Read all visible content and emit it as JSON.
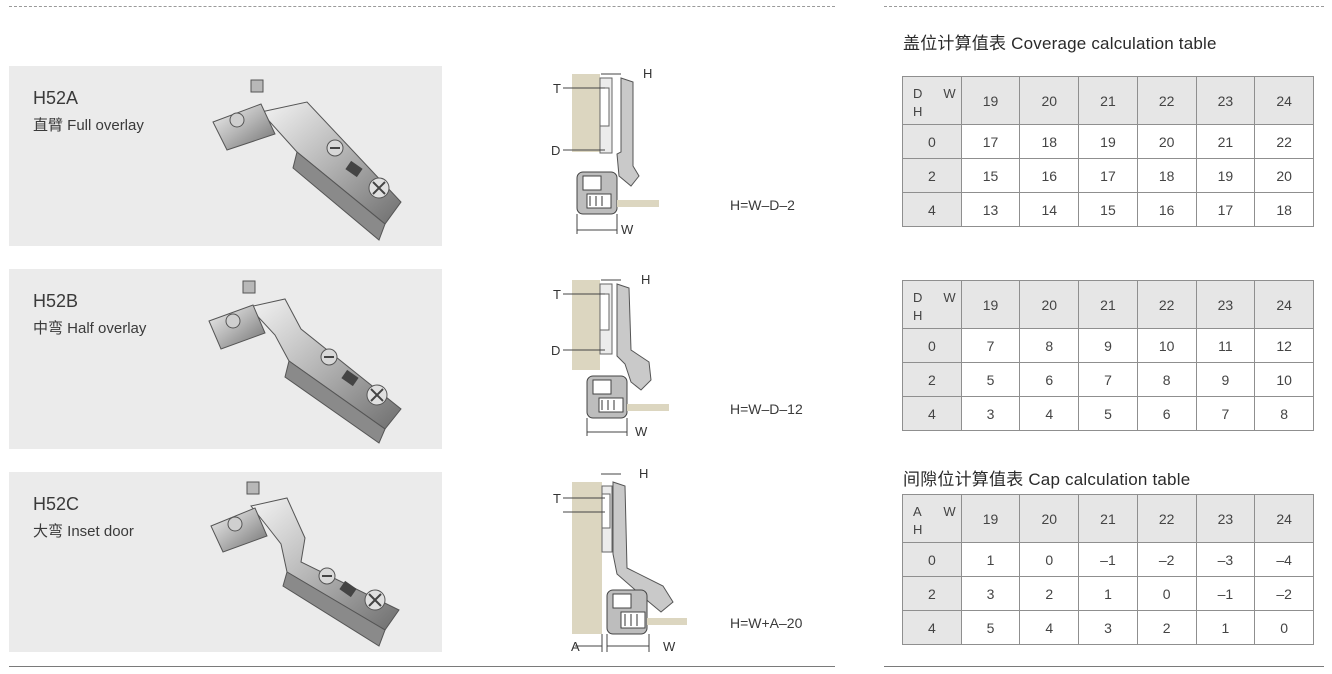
{
  "products": [
    {
      "code": "H52A",
      "desc": "直臂 Full overlay",
      "formula": "H=W–D–2",
      "diagram": {
        "t": "T",
        "d": "D",
        "h": "H",
        "w": "W"
      }
    },
    {
      "code": "H52B",
      "desc": "中弯 Half overlay",
      "formula": "H=W–D–12",
      "diagram": {
        "t": "T",
        "d": "D",
        "h": "H",
        "w": "W"
      }
    },
    {
      "code": "H52C",
      "desc": "大弯 Inset door",
      "formula": "H=W+A–20",
      "diagram": {
        "t": "T",
        "a": "A",
        "h": "H",
        "w": "W"
      }
    }
  ],
  "coverage": {
    "title": "盖位计算值表  Coverage calculation table",
    "tables": [
      {
        "corner_left": "D",
        "corner_w": "W",
        "corner_h": "H",
        "w_values": [
          "19",
          "20",
          "21",
          "22",
          "23",
          "24"
        ],
        "rows": [
          {
            "h": "0",
            "cells": [
              "17",
              "18",
              "19",
              "20",
              "21",
              "22"
            ]
          },
          {
            "h": "2",
            "cells": [
              "15",
              "16",
              "17",
              "18",
              "19",
              "20"
            ]
          },
          {
            "h": "4",
            "cells": [
              "13",
              "14",
              "15",
              "16",
              "17",
              "18"
            ]
          }
        ]
      },
      {
        "corner_left": "D",
        "corner_w": "W",
        "corner_h": "H",
        "w_values": [
          "19",
          "20",
          "21",
          "22",
          "23",
          "24"
        ],
        "rows": [
          {
            "h": "0",
            "cells": [
              "7",
              "8",
              "9",
              "10",
              "11",
              "12"
            ]
          },
          {
            "h": "2",
            "cells": [
              "5",
              "6",
              "7",
              "8",
              "9",
              "10"
            ]
          },
          {
            "h": "4",
            "cells": [
              "3",
              "4",
              "5",
              "6",
              "7",
              "8"
            ]
          }
        ]
      }
    ]
  },
  "cap": {
    "title": "间隙位计算值表  Cap calculation table",
    "table": {
      "corner_left": "A",
      "corner_w": "W",
      "corner_h": "H",
      "w_values": [
        "19",
        "20",
        "21",
        "22",
        "23",
        "24"
      ],
      "rows": [
        {
          "h": "0",
          "cells": [
            "1",
            "0",
            "–1",
            "–2",
            "–3",
            "–4"
          ]
        },
        {
          "h": "2",
          "cells": [
            "3",
            "2",
            "1",
            "0",
            "–1",
            "–2"
          ]
        },
        {
          "h": "4",
          "cells": [
            "5",
            "4",
            "3",
            "2",
            "1",
            "0"
          ]
        }
      ]
    }
  },
  "colors": {
    "card_bg": "#ebebeb",
    "board": "#dcd6c0",
    "header_cell": "#e6e6e6"
  }
}
